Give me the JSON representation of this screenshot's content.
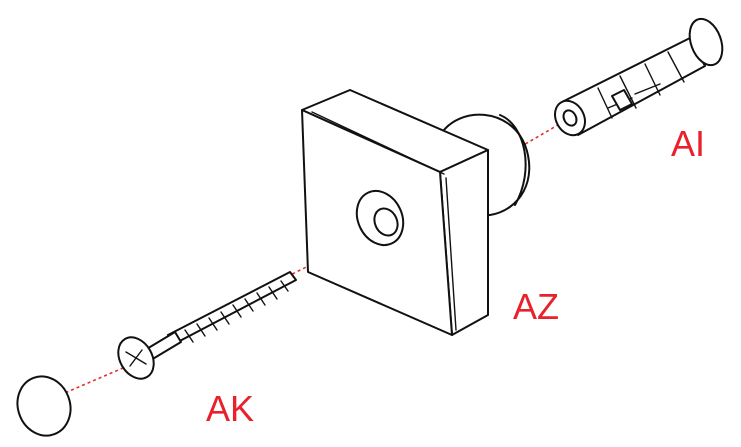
{
  "labels": {
    "anchor": "AI",
    "body": "AZ",
    "screw": "AK"
  },
  "colors": {
    "label": "#e8212b",
    "axis": "#e0302e",
    "line": "#111111"
  }
}
